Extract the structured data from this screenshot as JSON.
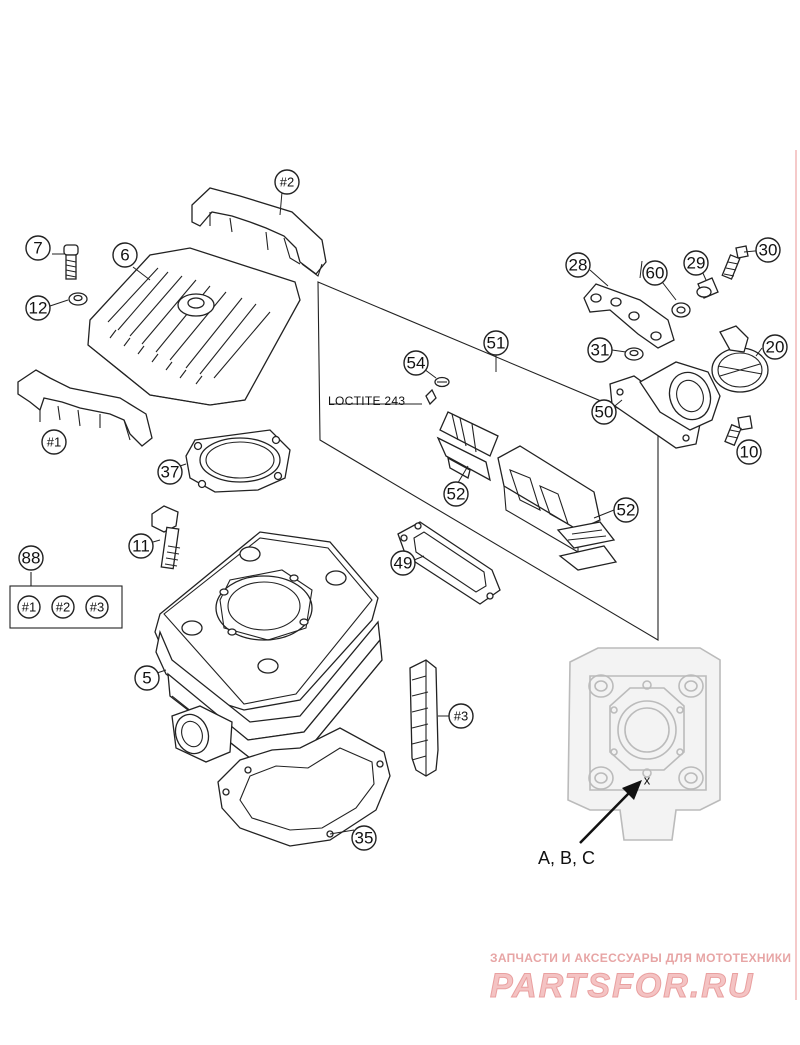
{
  "diagram": {
    "callouts": {
      "c_bracket2": "#2",
      "c_7": "7",
      "c_6": "6",
      "c_12": "12",
      "c_bracket1": "#1",
      "c_37": "37",
      "c_11": "11",
      "c_88": "88",
      "c_kit1": "#1",
      "c_kit2": "#2",
      "c_kit3": "#3",
      "c_5": "5",
      "c_bracket3": "#3",
      "c_35": "35",
      "c_54": "54",
      "c_51": "51",
      "c_52a": "52",
      "c_52b": "52",
      "c_49": "49",
      "c_28": "28",
      "c_60": "60",
      "c_29": "29",
      "c_30": "30",
      "c_31": "31",
      "c_20": "20",
      "c_50": "50",
      "c_10": "10"
    },
    "loctite_note": "LOCTITE 243",
    "detail_mark": "x",
    "detail_label": "A, B, C"
  },
  "watermark": {
    "tagline": "ЗАПЧАСТИ И АКСЕССУАРЫ ДЛЯ МОТОТЕХНИКИ",
    "brand": "PARTSFOR.RU"
  }
}
